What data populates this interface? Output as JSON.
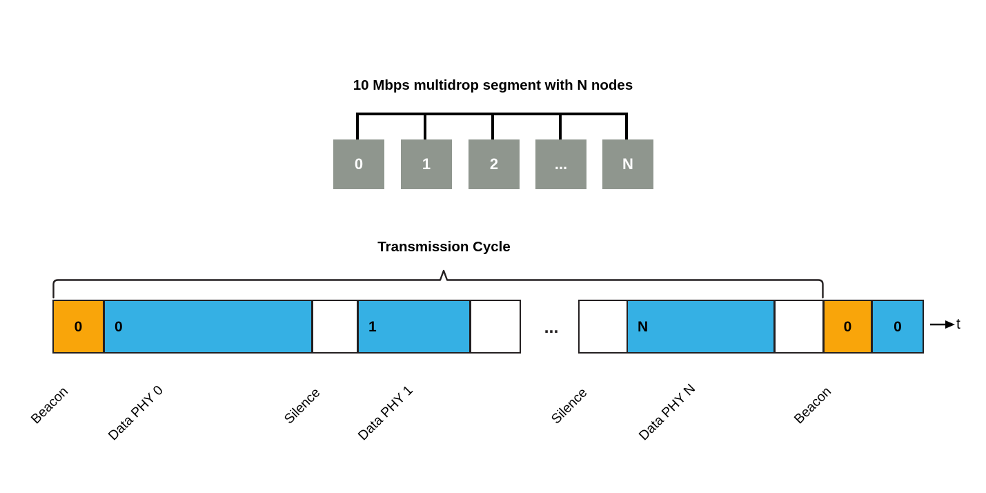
{
  "segment": {
    "title": "10 Mbps multidrop segment with N nodes",
    "nodes": [
      {
        "label": "0"
      },
      {
        "label": "1"
      },
      {
        "label": "2"
      },
      {
        "label": "..."
      },
      {
        "label": "N"
      }
    ],
    "node_color": "#8f968e",
    "node_text_color": "#ffffff",
    "bus_color": "#000000"
  },
  "cycle": {
    "title": "Transmission Cycle",
    "axis_label": "t",
    "gap_ellipsis": "...",
    "colors": {
      "beacon": "#f9a50a",
      "data": "#35b0e4",
      "silence": "#ffffff",
      "border": "#231f20"
    },
    "blocks": [
      {
        "value": "0",
        "kind": "beacon",
        "caption": "Beacon"
      },
      {
        "value": "0",
        "kind": "data",
        "caption": "Data PHY 0"
      },
      {
        "value": "",
        "kind": "silence",
        "caption": "Silence"
      },
      {
        "value": "1",
        "kind": "data",
        "caption": "Data PHY 1"
      },
      {
        "value": "",
        "kind": "silence",
        "caption": ""
      },
      {
        "value": "",
        "kind": "silence",
        "caption": "Silence"
      },
      {
        "value": "N",
        "kind": "data",
        "caption": "Data PHY N"
      },
      {
        "value": "",
        "kind": "silence",
        "caption": ""
      },
      {
        "value": "0",
        "kind": "beacon",
        "caption": "Beacon"
      },
      {
        "value": "0",
        "kind": "data",
        "caption": ""
      }
    ]
  }
}
